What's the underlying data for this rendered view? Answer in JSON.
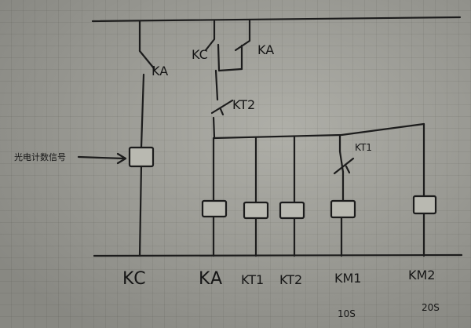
{
  "labels": {
    "ka_contact_kc_branch": "KA",
    "kc_contact": "KC",
    "ka_hold_contact": "KA",
    "kt2_contact": "KT2",
    "kt1_contact": "KT1",
    "sensor_input": "光电计数信号",
    "bottom": {
      "kc": "KC",
      "ka": "KA",
      "kt1": "KT1",
      "kt2": "KT2",
      "km1": "KM1",
      "km2": "KM2"
    },
    "time_km1": "10S",
    "time_km2": "20S"
  }
}
